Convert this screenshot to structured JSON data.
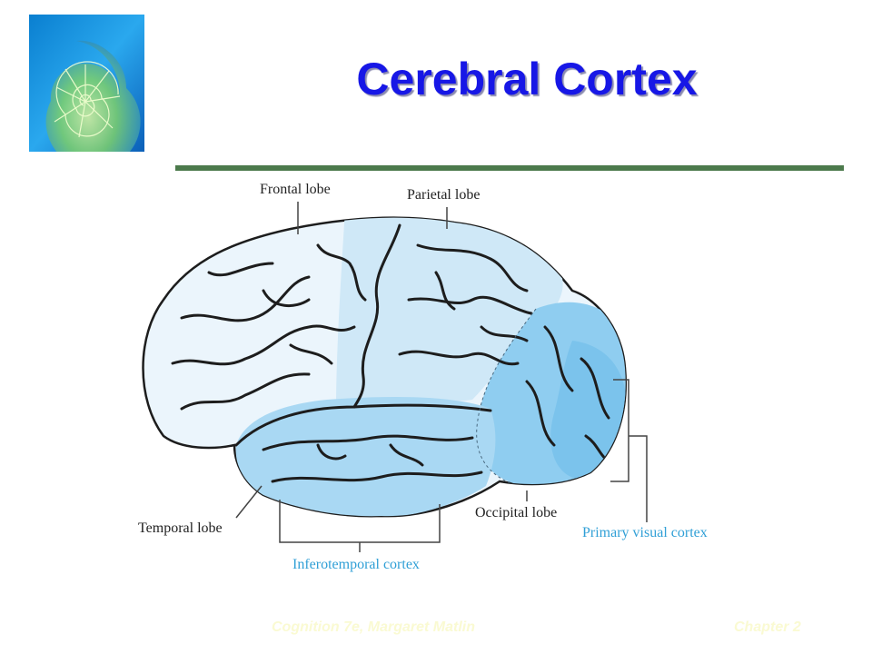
{
  "slide": {
    "title": "Cerebral Cortex",
    "logo_icon": "nautilus-shell-icon"
  },
  "figure": {
    "labels": {
      "frontal": "Frontal lobe",
      "parietal": "Parietal lobe",
      "temporal": "Temporal lobe",
      "occipital": "Occipital lobe",
      "inferotemporal": "Inferotemporal cortex",
      "primary_visual": "Primary visual cortex"
    },
    "colors": {
      "frontal": "#ebf5fc",
      "parietal": "#cfe8f7",
      "temporal": "#a9d8f3",
      "occipital": "#8fcdf0",
      "highlight_label": "#2f9fd6",
      "outline": "#1d1d1d"
    }
  },
  "footer": {
    "left": "Cognition 7e, Margaret Matlin",
    "right": "Chapter 2"
  },
  "colors": {
    "title": "#1717e6",
    "rule": "#4c7a4c"
  }
}
